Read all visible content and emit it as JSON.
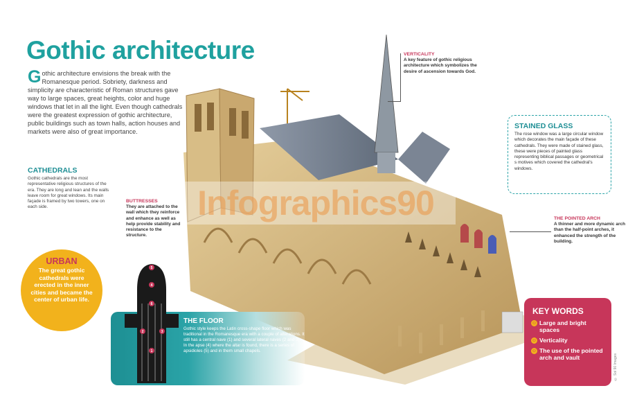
{
  "title": "Gothic architecture",
  "intro": {
    "dropcap": "G",
    "text": "othic architecture envisions the break with the Romanesque  period. Sobriety, darkness and simplicity are characteristic of Roman structures  gave way to large spaces,  great heights, color and huge windows that let in all the light. Even though cathedrals were the greatest expression of gothic architecture, public buildings such as town halls, action houses and markets were also of great importance."
  },
  "cathedrals": {
    "title": "CATHEDRALS",
    "text": "Gothic cathedrals are the most representative religious structures of the era. They are long and lean and the walls leave room for great windows. Its main façade is framed by two towers, one on each side."
  },
  "buttresses": {
    "title": "BUTTRESSES",
    "text": "They are attached to the wall which they reinforce and enhance as well as help provide stability and resistance to the structure."
  },
  "verticality": {
    "title": "VERTICALITY",
    "text": "A key feature of gothic religious architecture which symbolizes the desire of ascension towards God."
  },
  "stained_glass": {
    "title": "STAINED GLASS",
    "text": "The rose window was a large circular window which decorates the main façade of these cathedrals. They were made  of stained glass, these  were pieces of painted glass representing biblical passages or geometrical s motives which covered the cathedral's windows."
  },
  "pointed_arch": {
    "title": "THE POINTED ARCH",
    "text": "A thinner and more dynamic arch than the half-point arches, it enhanced the strength of the building."
  },
  "urban": {
    "title": "URBAN",
    "text": "The great gothic cathedrals were erected in the inner cities and became the center of urban life."
  },
  "floor": {
    "title": "THE FLOOR",
    "text": "Gothic style keeps the Latin cross-shape floor which was traditional in the Romanesque era with a couple of alterations. It still has a central nave (1) and several lateral naves (2 and 3). In the apse (4) where the altar is found, there is a series of apsidioles (5) and in them small chapels.",
    "plan_numbers": [
      "1",
      "2",
      "3",
      "4",
      "5",
      "6"
    ]
  },
  "key_words": {
    "title": "KEY WORDS",
    "items": [
      "Large and bright spaces",
      "Verticality",
      "The use of the pointed arch and vault"
    ]
  },
  "watermark": "Infographics90",
  "credit": "© Sol 90 Images",
  "colors": {
    "teal": "#1fa19f",
    "pink": "#c7365a",
    "yellow": "#f2b21c",
    "stone": "#d7bc87"
  }
}
